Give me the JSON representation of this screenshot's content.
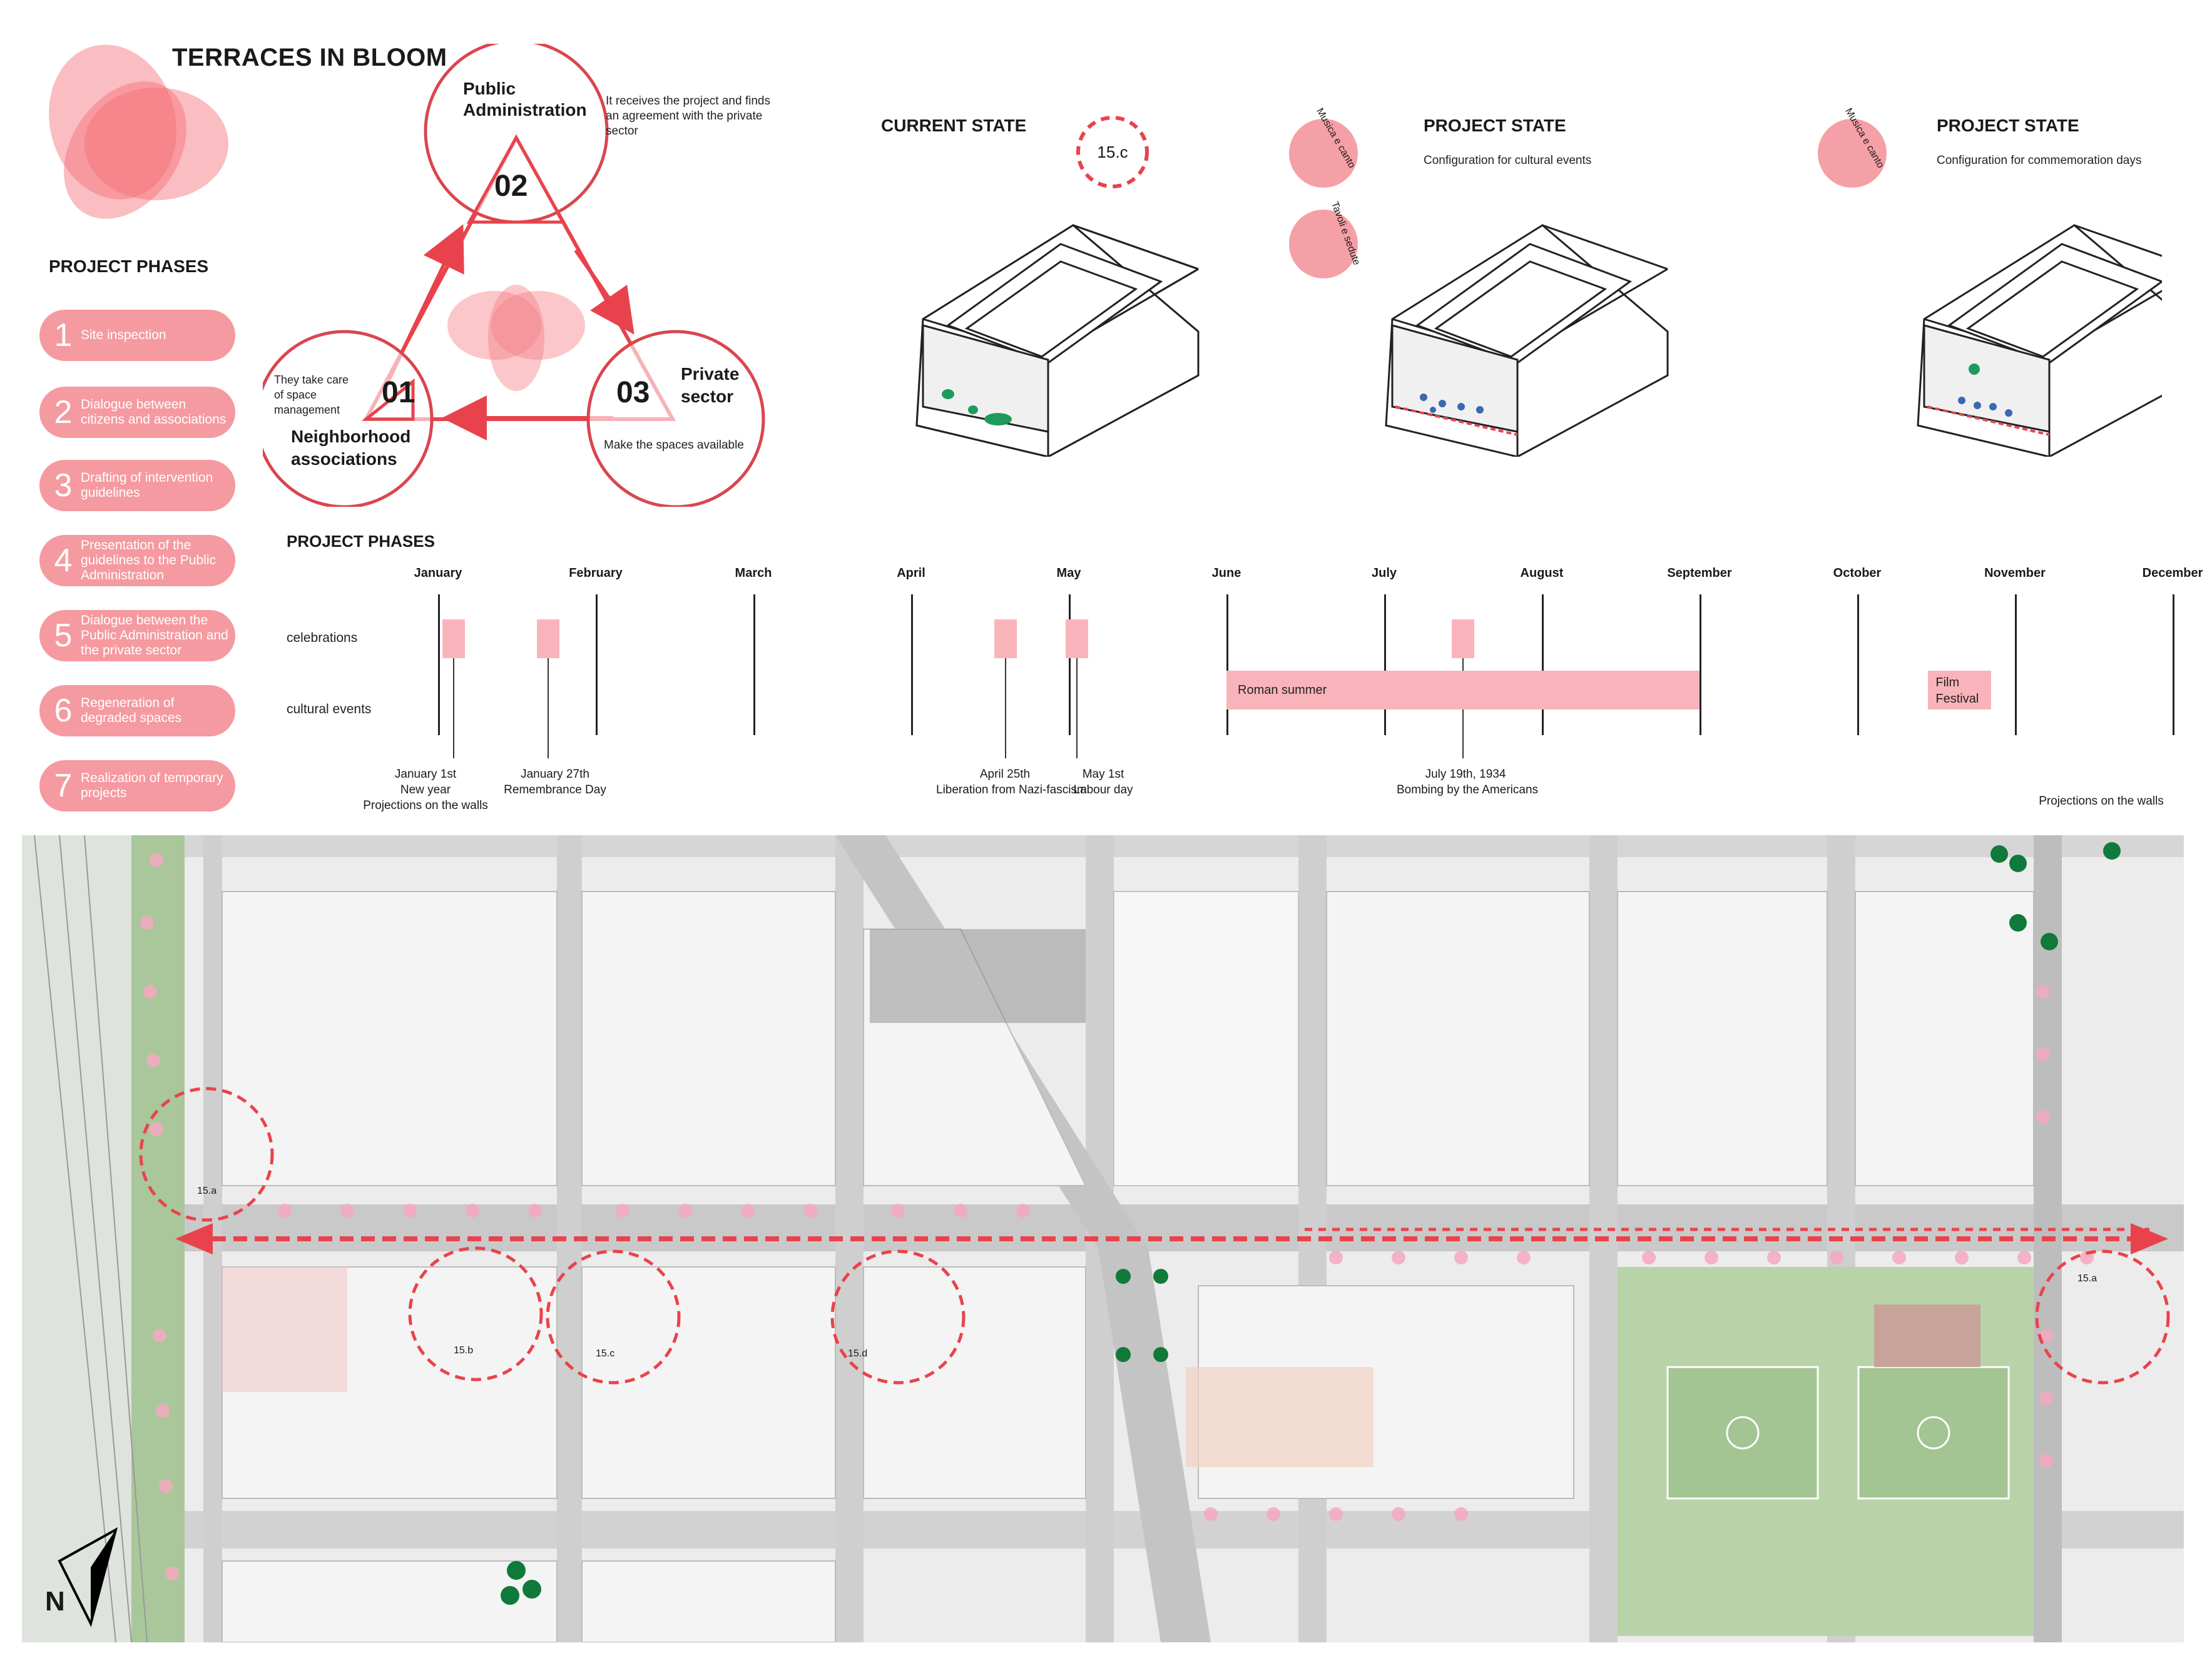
{
  "header": {
    "title": "TERRACES IN BLOOM",
    "phases_heading": "PROJECT PHASES"
  },
  "phases": [
    {
      "num": "1",
      "label": "Site inspection"
    },
    {
      "num": "2",
      "label": "Dialogue between citizens and associations"
    },
    {
      "num": "3",
      "label": "Drafting of intervention guidelines"
    },
    {
      "num": "4",
      "label": "Presentation of the guidelines to the Public Administration"
    },
    {
      "num": "5",
      "label": "Dialogue between the Public Administration and the private sector"
    },
    {
      "num": "6",
      "label": "Regeneration of degraded spaces"
    },
    {
      "num": "7",
      "label": "Realization of temporary projects"
    }
  ],
  "cycle": {
    "node02": {
      "num": "02",
      "title": "Public Administration",
      "desc": "It receives the project and finds an agreement with the private sector"
    },
    "node01": {
      "num": "01",
      "title": "Neighborhood associations",
      "desc": "They take care of space management"
    },
    "node03": {
      "num": "03",
      "title": "Private sector",
      "desc": "Make the spaces available"
    }
  },
  "states": {
    "current": {
      "title": "CURRENT STATE",
      "badge": "15.c"
    },
    "cultural": {
      "title": "PROJECT STATE",
      "subtitle": "Configuration for cultural events",
      "icon1": "Musica e canto",
      "icon2": "Tavoli e sedute"
    },
    "commemoration": {
      "title": "PROJECT STATE",
      "subtitle": "Configuration for commemoration days",
      "icon1": "Musica e canto"
    }
  },
  "timeline": {
    "heading": "PROJECT PHASES",
    "months": [
      "January",
      "February",
      "March",
      "April",
      "May",
      "June",
      "July",
      "August",
      "September",
      "October",
      "November",
      "December"
    ],
    "rows": [
      "celebrations",
      "cultural events"
    ],
    "celebrations": [
      {
        "month_index": 0,
        "offset": 0.1
      },
      {
        "month_index": 1,
        "offset": -0.3
      },
      {
        "month_index": 3,
        "offset": 0.6
      },
      {
        "month_index": 4,
        "offset": 0.05
      },
      {
        "month_index": 6,
        "offset": 0.5
      }
    ],
    "events": [
      {
        "label": "Roman summer",
        "start": 5.0,
        "end": 8.0
      },
      {
        "label": "Film Festival",
        "start": 9.45,
        "end": 9.85
      }
    ],
    "notes": [
      {
        "title": "January 1st",
        "lines": [
          "New year",
          "Projections on the walls"
        ]
      },
      {
        "title": "January 27th",
        "lines": [
          "Remembrance Day"
        ]
      },
      {
        "title": "April 25th",
        "lines": [
          "Liberation from Nazi-fascism"
        ]
      },
      {
        "title": "May 1st",
        "lines": [
          "Labour day"
        ]
      },
      {
        "title": "July 19th, 1934",
        "lines": [
          "Bombing by the Americans"
        ]
      },
      {
        "title": "",
        "lines": [
          "Projections on the walls"
        ]
      }
    ]
  },
  "map": {
    "sites": [
      "15.a",
      "15.b",
      "15.c",
      "15.d",
      "15.a"
    ],
    "north": "N"
  },
  "colors": {
    "accent": "#e8434c",
    "pink": "#f59aa0",
    "pink_light": "#f8b4ba",
    "road": "#d2d2d2",
    "park": "#b9d3a8"
  }
}
